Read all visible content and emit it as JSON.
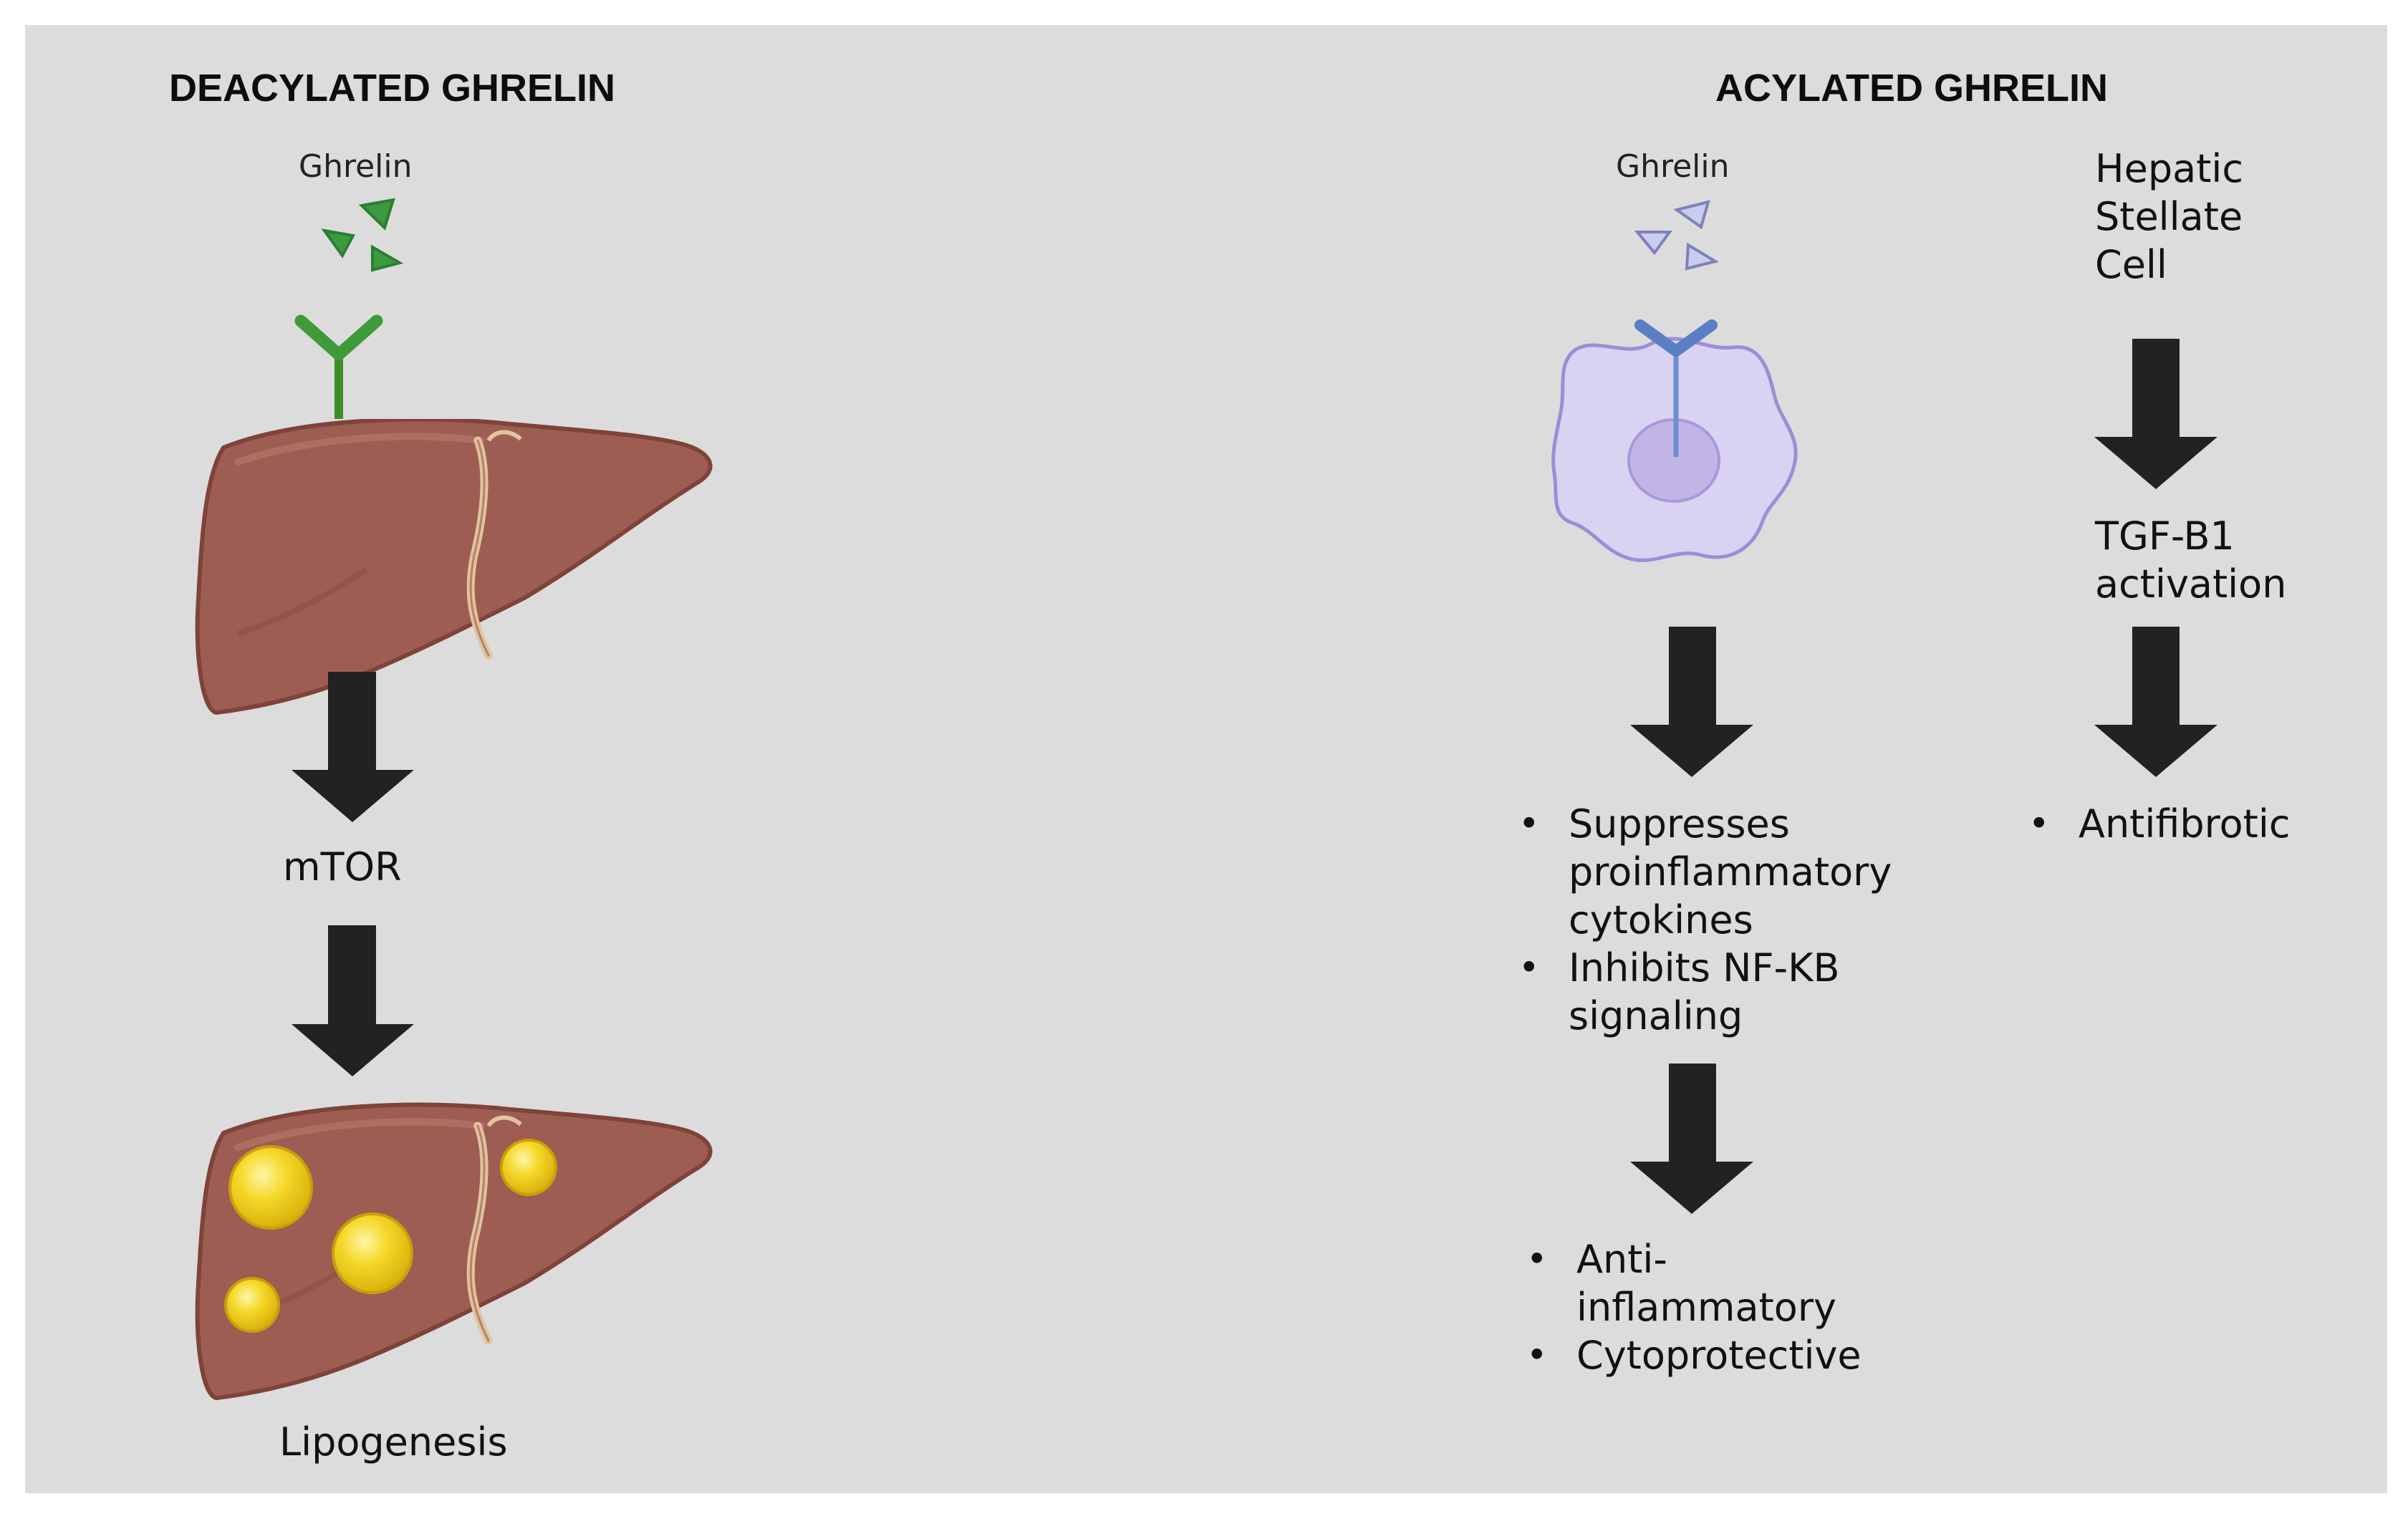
{
  "left": {
    "title": "DEACYLATED GHRELIN",
    "ligand_label": "Ghrelin",
    "step1": "mTOR",
    "step2": "Lipogenesis",
    "ligand_color": "#3a9a3f",
    "receptor_color": "#3f9a3a",
    "liver_color": "#9e5d52",
    "fat_color": "#f2d21e"
  },
  "right": {
    "title": "ACYLATED GHRELIN",
    "ligand_label": "Ghrelin",
    "cell_label_lines": [
      "Hepatic",
      "Stellate",
      "Cell"
    ],
    "tgf_lines": [
      "TGF-B1",
      "activation"
    ],
    "macrophage_effects": [
      [
        "Suppresses",
        "proinflammatory",
        "cytokines"
      ],
      [
        "Inhibits NF-KB",
        "signaling"
      ]
    ],
    "macrophage_outcomes": [
      [
        "Anti-",
        "inflammatory"
      ],
      [
        "Cytoprotective"
      ]
    ],
    "stellate_outcomes": [
      [
        "Antifibrotic"
      ]
    ],
    "ligand_color": "#c9cbf0",
    "receptor_color": "#5b7fc4",
    "cell_color": "#d9d2f2"
  }
}
